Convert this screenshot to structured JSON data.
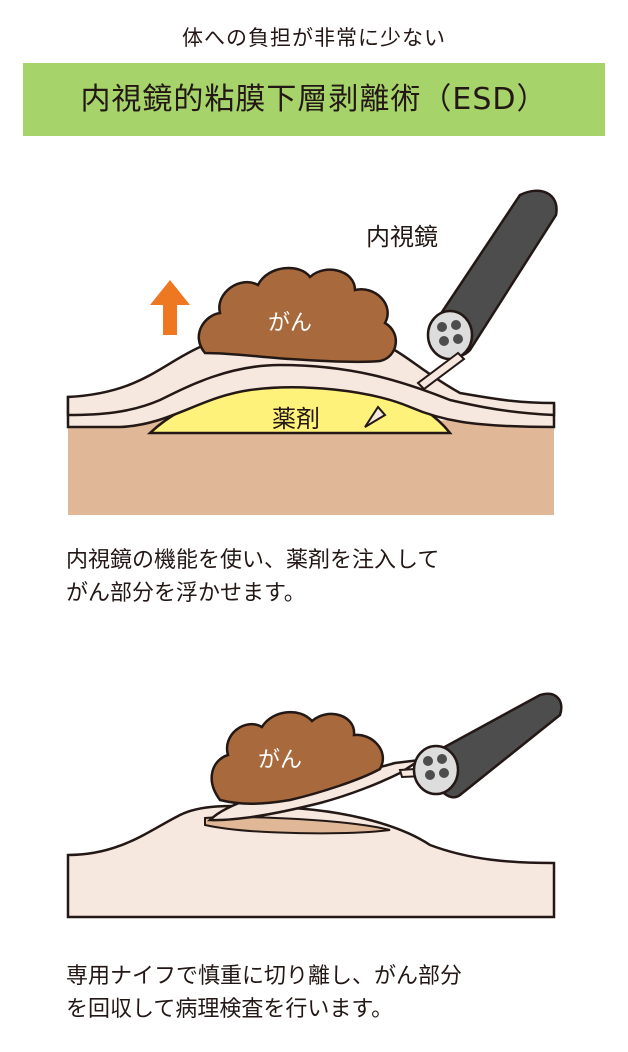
{
  "header": {
    "subtitle": "体への負担が非常に少ない",
    "title": "内視鏡的粘膜下層剥離術（ESD）"
  },
  "figure1": {
    "endoscope_label": "内視鏡",
    "cancer_label": "がん",
    "drug_label": "薬剤",
    "caption_lines": [
      "内視鏡の機能を使い、薬剤を注入して",
      "がん部分を浮かせます。"
    ]
  },
  "figure2": {
    "cancer_label": "がん",
    "caption_lines": [
      "専用ナイフで慎重に切り離し、がん部分",
      "を回収して病理検査を行います。"
    ]
  },
  "colors": {
    "banner": "#a6d46a",
    "mucosa": "#f6e8de",
    "submucosa": "#e0b898",
    "tumor": "#a86a3c",
    "drug": "#fff27a",
    "arrow": "#ee7722",
    "scope": "#4d4d4d",
    "outline": "#231815"
  }
}
